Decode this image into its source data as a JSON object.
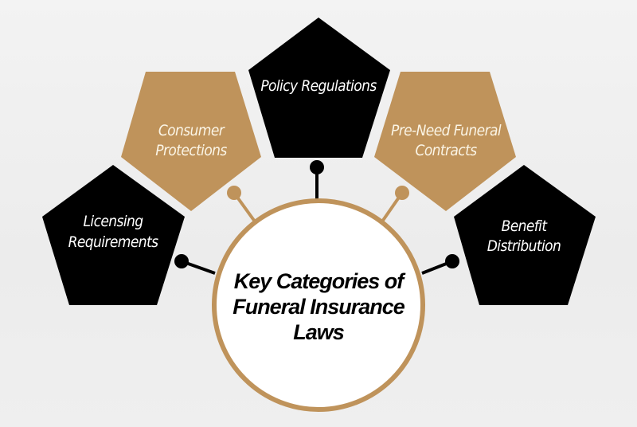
{
  "diagram": {
    "title_lines": [
      "Key Categories of",
      "Funeral Insurance",
      "Laws"
    ],
    "colors": {
      "black": "#000000",
      "gold": "#bf935b",
      "background": "#f0f0f0",
      "circle_fill": "#ffffff"
    },
    "nodes": [
      {
        "id": "licensing",
        "lines": [
          "Licensing",
          "Requirements"
        ],
        "color": "black"
      },
      {
        "id": "consumer",
        "lines": [
          "Consumer",
          "Protections"
        ],
        "color": "gold"
      },
      {
        "id": "policy",
        "lines": [
          "Policy Regulations"
        ],
        "color": "black"
      },
      {
        "id": "preneed",
        "lines": [
          "Pre-Need Funeral",
          "Contracts"
        ],
        "color": "gold"
      },
      {
        "id": "benefit",
        "lines": [
          "Benefit",
          "Distribution"
        ],
        "color": "black"
      }
    ]
  }
}
